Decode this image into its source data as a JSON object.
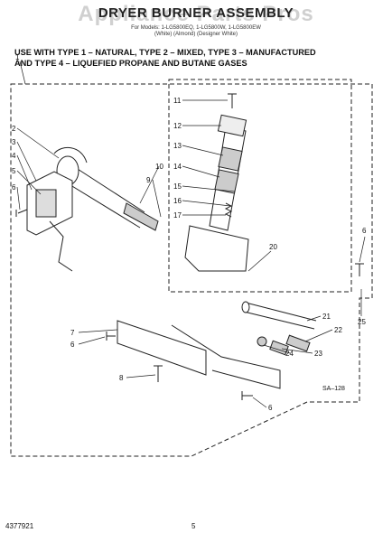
{
  "header": {
    "title": "DRYER BURNER ASSEMBLY",
    "watermark": "Appliance Parts Pros",
    "subtitle_line1": "For Models: 1-LG5800EQ, 1-LG5800W, 1-LG5800EW",
    "subtitle_line2": "(White)   (Almond)   (Designer White)"
  },
  "heading": {
    "line1": "USE WITH TYPE 1 – NATURAL, TYPE 2 – MIXED, TYPE 3 – MANUFACTURED",
    "line2": "AND TYPE 4 – LIQUEFIED PROPANE AND BUTANE GASES"
  },
  "callouts": {
    "c1": "1",
    "c2": "2",
    "c3": "3",
    "c4": "4",
    "c5": "5",
    "c6a": "6",
    "c9": "9",
    "c10": "10",
    "c11": "11",
    "c12": "12",
    "c13": "13",
    "c14": "14",
    "c15": "15",
    "c16": "16",
    "c17": "17",
    "c20": "20",
    "c6b": "6",
    "c21": "21",
    "c22": "22",
    "c23": "23",
    "c24": "24",
    "c25": "25",
    "c7": "7",
    "c6c": "6",
    "c8": "8",
    "c6d": "6"
  },
  "diagram_code": "SA–128",
  "footer": {
    "doc_number": "4377921",
    "page_number": "5"
  }
}
